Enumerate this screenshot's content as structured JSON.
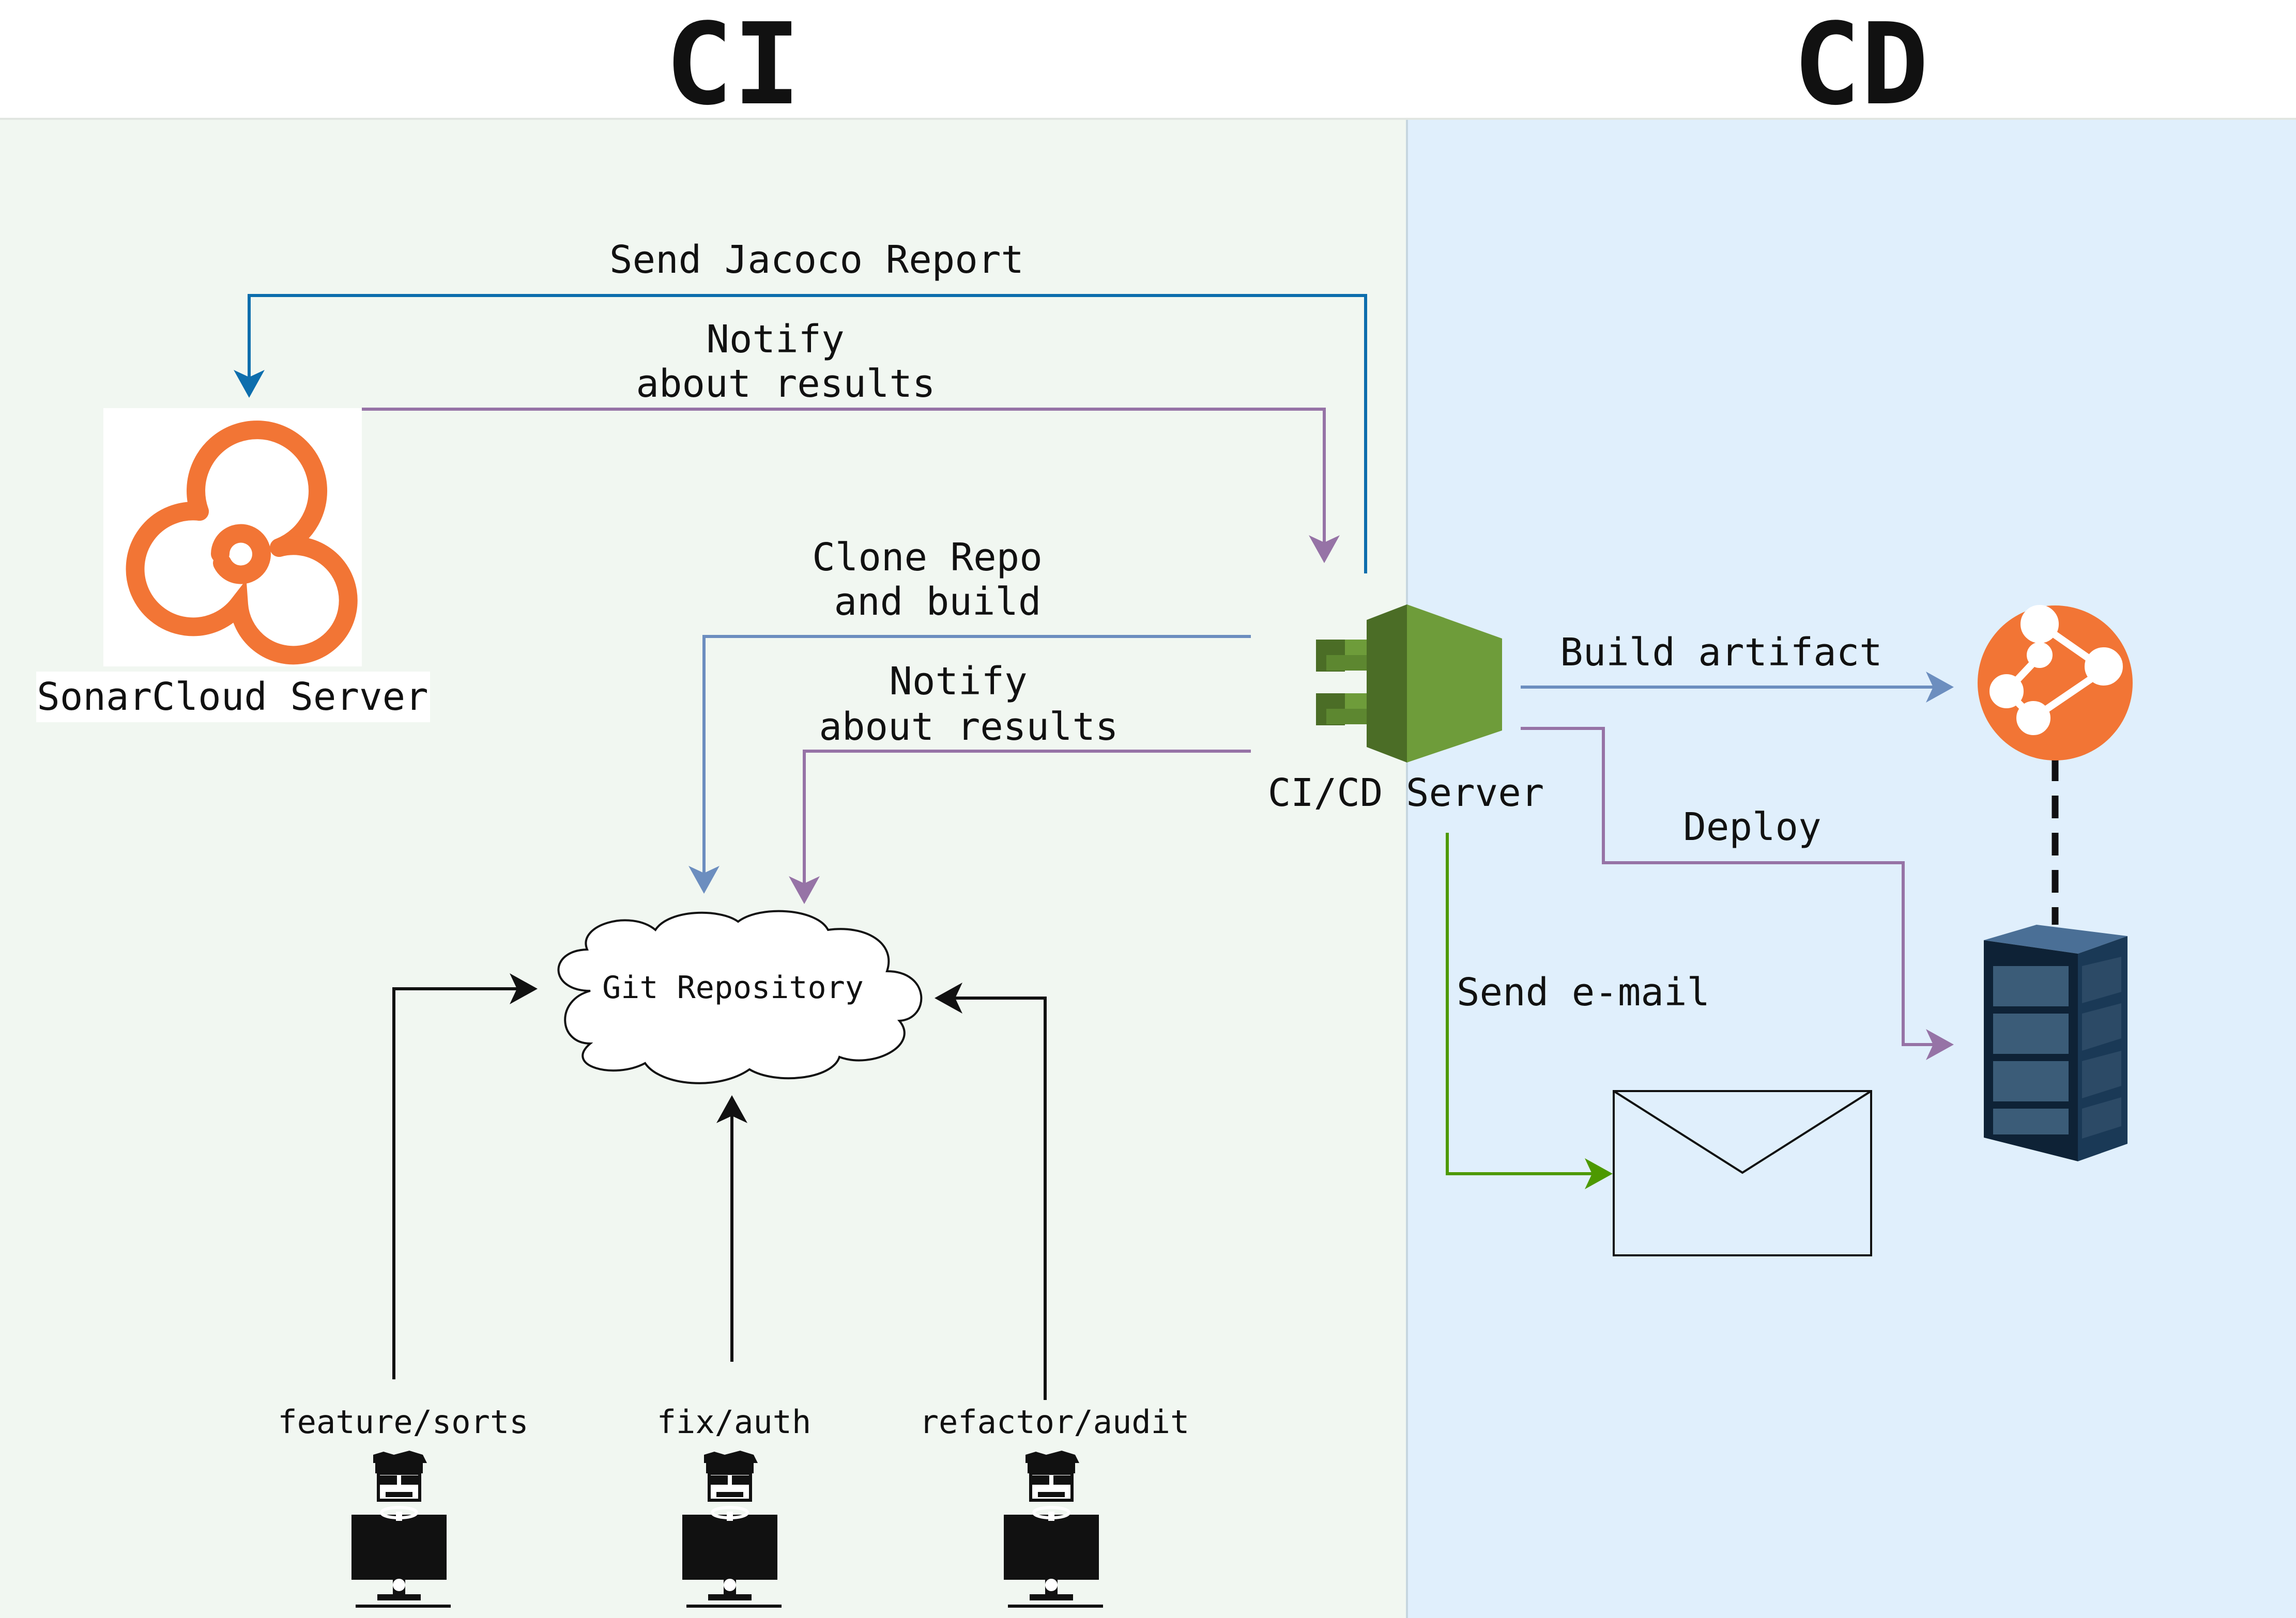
{
  "sections": {
    "ci_title": "CI",
    "cd_title": "CD"
  },
  "nodes": {
    "sonarcloud": "SonarCloud Server",
    "cicd_server": "CI/CD Server",
    "git_repository": "Git Repository",
    "developers": [
      "feature/sorts",
      "fix/auth",
      "refactor/audit"
    ]
  },
  "edges": {
    "send_jacoco": "Send Jacoco Report",
    "notify_sonar": [
      "Notify",
      "about results"
    ],
    "clone_repo": [
      "Clone Repo",
      "and build"
    ],
    "notify_git": [
      "Notify",
      "about results"
    ],
    "build_artifact": "Build artifact",
    "deploy": "Deploy",
    "send_email": "Send e-mail"
  },
  "colors": {
    "ci_background": "#f1f7f1",
    "cd_background": "#e0effc",
    "jacoco_arrow": "#0d6ead",
    "purple_arrow": "#9673a6",
    "blue_arrow": "#6c8ebf",
    "green_arrow": "#4d9900",
    "sonar_orange": "#f27535",
    "aws_green": "#6e9c3a"
  }
}
